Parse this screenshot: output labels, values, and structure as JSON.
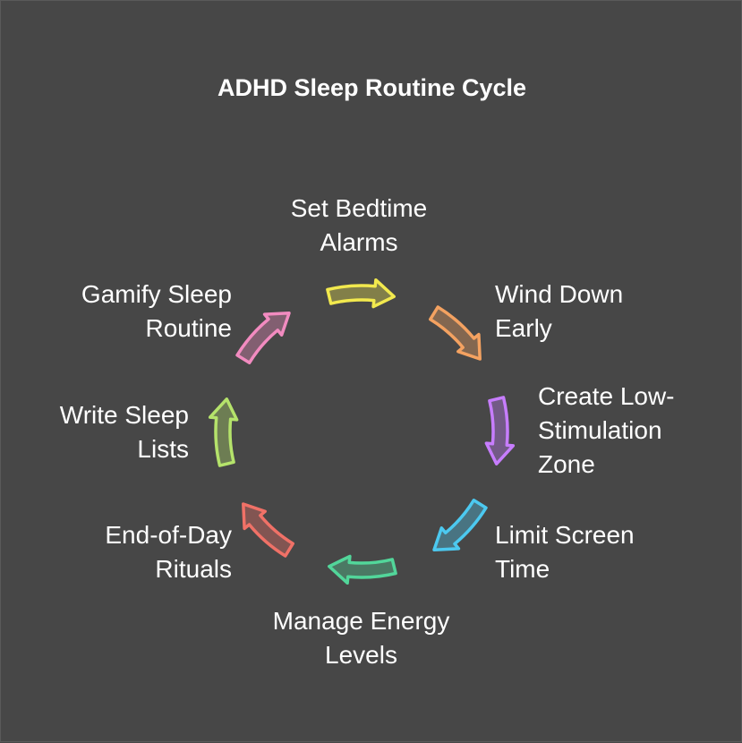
{
  "title": "ADHD Sleep Routine Cycle",
  "steps": [
    {
      "label": "Set Bedtime\nAlarms",
      "color": "#f2e94e"
    },
    {
      "label": "Wind Down\nEarly",
      "color": "#f4a261"
    },
    {
      "label": "Create Low-\nStimulation\nZone",
      "color": "#c77dff"
    },
    {
      "label": "Limit Screen\nTime",
      "color": "#4cc9f0"
    },
    {
      "label": "Manage Energy\nLevels",
      "color": "#52d69a"
    },
    {
      "label": "End-of-Day\nRituals",
      "color": "#f07167"
    },
    {
      "label": "Write Sleep\nLists",
      "color": "#b5e36b"
    },
    {
      "label": "Gamify Sleep\nRoutine",
      "color": "#f28bc0"
    }
  ]
}
